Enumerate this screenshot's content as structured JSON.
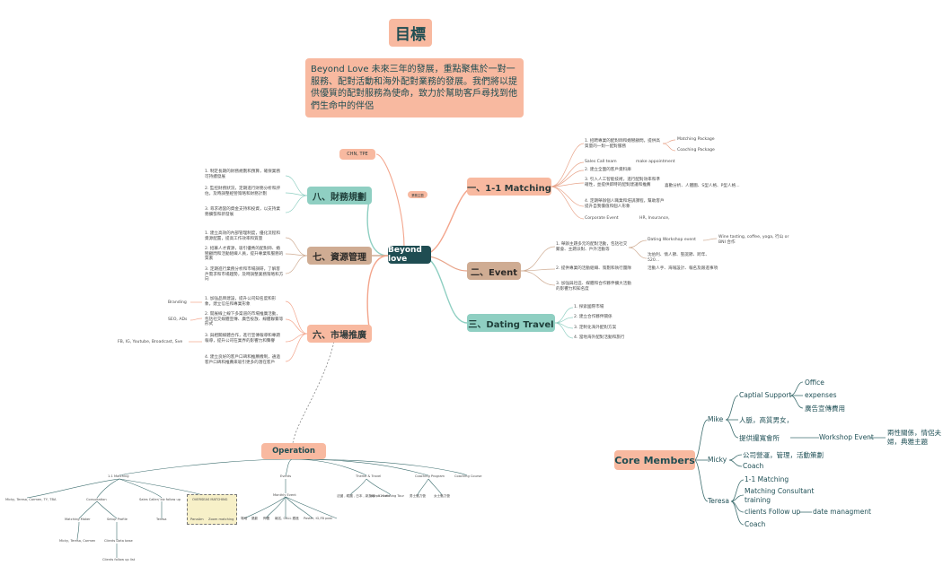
{
  "title": "目標",
  "goal_text": "Beyond Love 未來三年的發展，重點聚焦於一對一服務、配對活動和海外配對業務的發展。我們將以提供優質的配對服務為使命，致力於幫助客戶尋找到他們生命中的伴侶",
  "center": "Beyond love",
  "location_tag": "CHN, TPE",
  "small_tag": "業務主題",
  "branches": {
    "b1": "一、1-1 Matching",
    "b2": "二、Event",
    "b3": "三、Dating Travel",
    "b6": "六、市場推廣",
    "b7": "七、資源管理",
    "b8": "八、財務規劃"
  },
  "b1_items": {
    "i1": "1. 招聘專業的配對師和婚戀顧問，提供高質量的一對一配對服務",
    "i1a": "Matching Package",
    "i1b": "Coaching Package",
    "sales": "Sales Call team",
    "sales_a": "make appointment",
    "i2": "2. 建立全面的客戶資料庫",
    "i3": "3. 引入人工智能技術，進行配對效率和準確性，並提供即時的配對建議和推薦",
    "i3a": "喜歡分析、人體圖、S型人格、P型人格...",
    "i4": "4. 定期舉辦個人職業和培訓課程，幫助客戶提升自我價值和個人形象",
    "corp": "Corporate Event",
    "corp_a": "HR, Insurance,"
  },
  "b2_items": {
    "i1": "1. 舉辦主題多元的配對活動，包括社交聚會、主題派對、戶外活動等",
    "i1a": "Dating Workshop event",
    "i1a1": "Wine tasting, coffee, yoga, 行山 or BNI 合作",
    "i1b": "沈伯利、情人節、聖誕節、跨年、520...",
    "i2": "2. 提供專業的活動組織、策劃和執行團隊",
    "i2a": "活動人手、海報設計、報名及跟進事項",
    "i3": "3. 加強與社區、媒體和合作夥伴擴大活動的影響力和知名度"
  },
  "b3_items": [
    "1. 探索國際市場",
    "2. 建立合作夥伴關係",
    "3. 定制化海外配對方案",
    "4. 當地海外配對活動和旅行"
  ],
  "b6_items": {
    "i1": "1. 加強品牌建設，提升公司知名度和形象，建立信任和專業形象",
    "i1a": "Branding",
    "i2": "2. 開展線上線下多渠道的市場推廣活動，包括社交媒體宣傳、廣告投放、線體聯繫等形式",
    "i2a": "SEO, ADs",
    "i3": "3. 與相關媒體合作，進行宣傳報導和專題報導，提升公司在業界的影響力和聲譽",
    "i3a": "FB, IG, Youtube, Broadcast, Sve",
    "i4": "4. 建立良好的客戶口碑和推薦機制，通過客戶口碑和推薦來吸引更多的潛在客戶"
  },
  "b7_items": [
    "1. 建立高效的內部管理制度，優化流程和資源配置，提高工作效率和質量",
    "2. 招募人才資源，吸引優秀的配對師、婚戀顧問和活動組織人員，提升專業和服務的質素",
    "3. 定期進行業務分析和市場調研，了解客戶需求和市場趨勢，及時調整業務策略和方向"
  ],
  "b8_items": [
    "1. 制定長期的財務規劃和預算，確保業務可持續發展",
    "2. 監控財務狀況，定期進行財務分析和評估，及時調整經營策略和財務計劃",
    "3. 尋求適當的資金支持和投資，以支持業務擴張和新發展"
  ],
  "core": {
    "title": "Core Members",
    "mike": "Mike",
    "mike_cs": "Captial Support",
    "mike_cs_items": [
      "Office",
      "expenses",
      "廣告宣傳費用"
    ],
    "mike_2": "人脈，高質男女，",
    "mike_3": "提供撮寬會所",
    "mike_3a": "Workshop Event",
    "mike_3a1": "兩性關係，情侶夫婦，典雅主題",
    "micky": "Micky",
    "micky_1": "公司營運，管理，活動策劃",
    "micky_2": "Coach",
    "teresa": "Teresa",
    "teresa_items": [
      "1-1 Matching",
      "Matching Consultant training",
      "clients Follow up",
      "Coach"
    ],
    "teresa_fu": "date managment"
  },
  "operation": {
    "title": "Operation",
    "l1": [
      "1-1 Matching",
      "Events",
      "Theme & Travel",
      "Coaching Program",
      "Coaching Course"
    ],
    "mm_people": "Micky, Teresa, Carmen, TY, TBA",
    "consult": "Consultation",
    "sales_fu": "Sales Caller/ biz follow up",
    "overseas": "OVERSEAS MATCHING",
    "match_maker": "Matching Maker",
    "setup_profile": "Setup Profile",
    "teresa_small": "Teresa",
    "nabri": "PanaAm",
    "zoom": "Zoom matching",
    "mmk_people": "Micky, Teresa, Carmen",
    "clients_db": "Clients Data base",
    "clients_fu": "Clients follow up list",
    "monthly": "Monthly Event",
    "ev_items": [
      "場地",
      "攝影",
      "佈置",
      "報名, CALL 跟進",
      "Poster, IG,FB post"
    ],
    "tt_items": [
      "法國 , 韓國 , 日本 , 新加坡 , 520 etc.",
      "Taiwan matching Tour"
    ],
    "cp_items": [
      "男士魅力營",
      "女士魅力營"
    ]
  }
}
